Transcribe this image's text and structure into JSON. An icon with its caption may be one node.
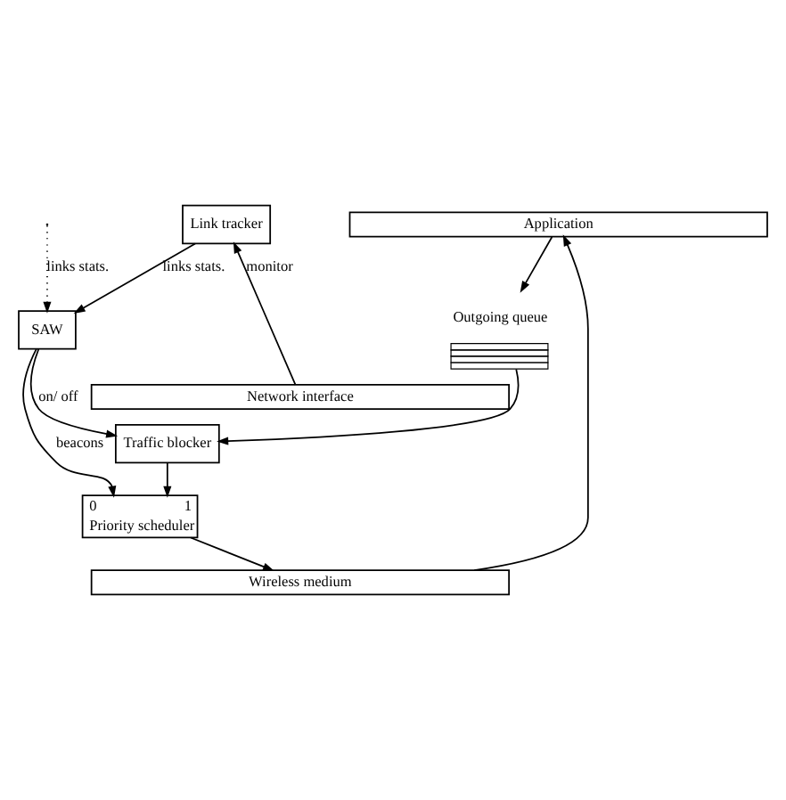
{
  "diagram": {
    "nodes": [
      {
        "text": [
          "Application"
        ]
      },
      {
        "text": [
          "SAW"
        ]
      },
      {
        "text": [
          "Outgoing queue"
        ]
      },
      {
        "text": [
          "Traffic blocker"
        ]
      },
      {
        "text": [
          "Link tracker"
        ]
      },
      {
        "text": [
          "0",
          "1",
          "Priority scheduler"
        ]
      },
      {
        "text": [
          "Network interface"
        ]
      },
      {
        "text": [
          "Wireless medium"
        ]
      }
    ],
    "edges": [
      {
        "from": 7,
        "to": 0,
        "arrow": "to"
      },
      {
        "from": null,
        "to": 1,
        "arrow": "to",
        "style": "dashed",
        "label": "links stats."
      },
      {
        "from": 0,
        "to": 2,
        "arrow": "to"
      },
      {
        "from": 2,
        "to": 3,
        "arrow": "to"
      },
      {
        "from": 1,
        "to": 3,
        "arrow": "to",
        "label": "on/ off"
      },
      {
        "from": 1,
        "to": 5,
        "arrow": "to",
        "label": "beacons"
      },
      {
        "from": 3,
        "to": 5,
        "arrow": "to"
      },
      {
        "from": 4,
        "to": 1,
        "arrow": "to",
        "label": "links stats."
      },
      {
        "from": 6,
        "to": 4,
        "arrow": "to",
        "label": "monitor"
      },
      {
        "from": 5,
        "to": 7,
        "arrow": "to"
      }
    ]
  }
}
